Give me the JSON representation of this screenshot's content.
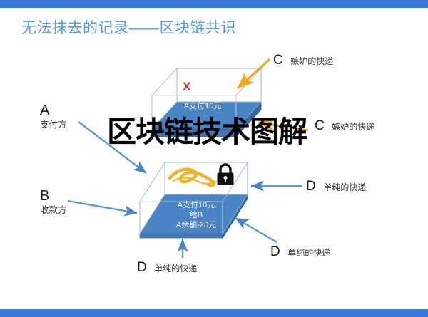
{
  "slide": {
    "title": "无法抹去的记录——区块链共识",
    "title_color": "#5B9BD5",
    "bar_color": "#3C78DC",
    "background": "#ffffff"
  },
  "watermark": {
    "text": "区块链技术图解",
    "color": "#000000"
  },
  "diagram": {
    "accent_blue": "#4A85C5",
    "gold": "#F0B323",
    "red": "#D22B2B",
    "top_block": {
      "face_text": "A支付10元",
      "mark": "X",
      "mark_meaning": "invalid-record"
    },
    "bottom_block": {
      "face_text_lines": [
        "A支付10元",
        "给B",
        "A余额-20元"
      ],
      "signature_icon": "signature-squiggle-icon",
      "lock_icon": "padlock-icon"
    }
  },
  "labels": [
    {
      "id": "A",
      "letter": "A",
      "caption": "支付方",
      "layout": "stacked"
    },
    {
      "id": "B",
      "letter": "B",
      "caption": "收款方",
      "layout": "stacked"
    },
    {
      "id": "C1",
      "letter": "C",
      "caption": "嫉妒的快递",
      "layout": "inline"
    },
    {
      "id": "C2",
      "letter": "C",
      "caption": "嫉妒的快递",
      "layout": "inline"
    },
    {
      "id": "D1",
      "letter": "D",
      "caption": "单纯的快递",
      "layout": "inline"
    },
    {
      "id": "D2",
      "letter": "D",
      "caption": "单纯的快递",
      "layout": "inline"
    },
    {
      "id": "D3",
      "letter": "D",
      "caption": "单纯的快递",
      "layout": "inline"
    }
  ]
}
